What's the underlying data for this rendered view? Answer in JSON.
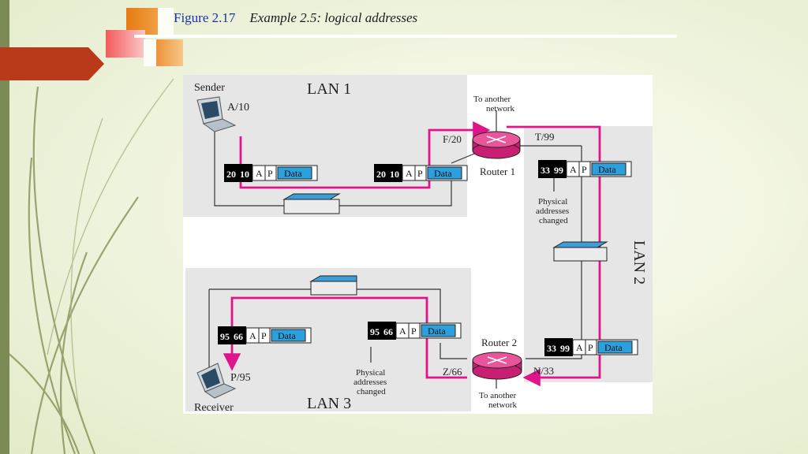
{
  "header": {
    "figure_label": "Figure 2.17",
    "caption": "Example 2.5: logical addresses"
  },
  "diagram": {
    "lan1": {
      "label": "LAN 1",
      "sender_label": "Sender",
      "sender_addr": "A/10"
    },
    "lan2": {
      "label": "LAN 2"
    },
    "lan3": {
      "label": "LAN 3",
      "receiver_label": "Receiver",
      "receiver_addr": "P/95"
    },
    "router1": {
      "label": "Router 1",
      "left_addr": "F/20",
      "right_addr": "T/99",
      "note_line1": "To another",
      "note_line2": "network"
    },
    "router2": {
      "label": "Router 2",
      "left_addr": "Z/66",
      "right_addr": "N/33",
      "note_line1": "To another",
      "note_line2": "network"
    },
    "changed_note": {
      "line1": "Physical",
      "line2": "addresses",
      "line3": "changed"
    },
    "frame_fields": {
      "logical_src": "A",
      "logical_dst": "P",
      "payload": "Data"
    },
    "frames": [
      {
        "id": "f1",
        "phys_dst": "20",
        "phys_src": "10"
      },
      {
        "id": "f2",
        "phys_dst": "20",
        "phys_src": "10"
      },
      {
        "id": "f3",
        "phys_dst": "33",
        "phys_src": "99"
      },
      {
        "id": "f4",
        "phys_dst": "33",
        "phys_src": "99"
      },
      {
        "id": "f5",
        "phys_dst": "95",
        "phys_src": "66"
      },
      {
        "id": "f6",
        "phys_dst": "95",
        "phys_src": "66"
      }
    ],
    "colors": {
      "path": "#e0148a",
      "lan_bg": "#e6e6e6",
      "switch": "#3c9ed6",
      "router": "#e9559a",
      "data_field": "#2ba0dc",
      "phys_field": "#000000"
    }
  }
}
